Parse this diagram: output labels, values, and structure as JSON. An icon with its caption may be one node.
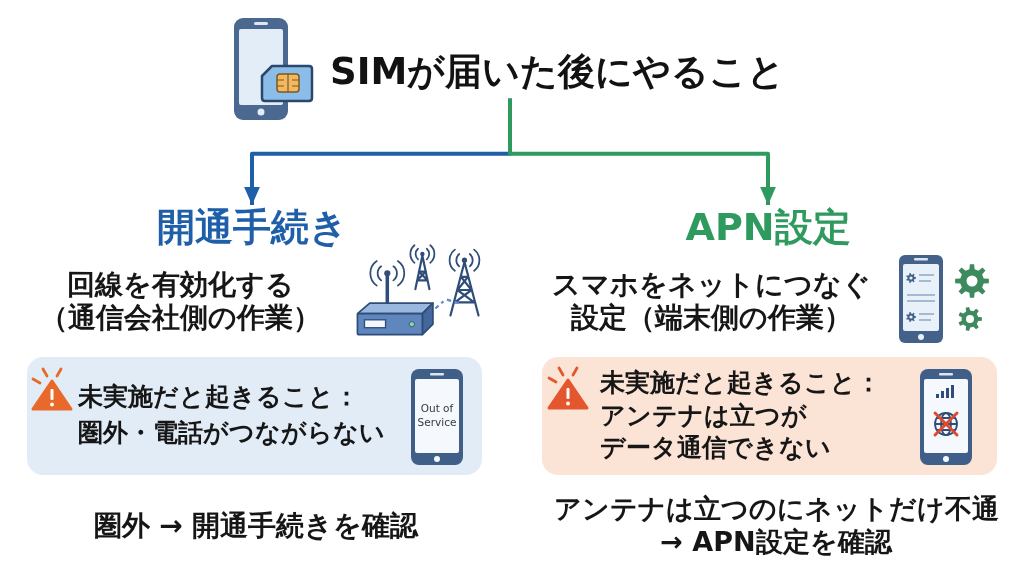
{
  "diagram": {
    "nodes": [
      {
        "text": [
          "SIMが届いた後にやること"
        ]
      },
      {
        "text": [
          "開通手続き"
        ],
        "beside": [
          "回線を有効化する（通信会社側の作業）"
        ]
      },
      {
        "text": [
          "APN設定"
        ],
        "beside": [
          "スマホをネットにつなぐ設定（端末側の作業）"
        ]
      },
      {
        "text": [
          "未実施だと起きること：",
          "圏外・電話がつながらない"
        ]
      },
      {
        "text": [
          "未実施だと起きること：",
          "アンテナは立つがデータ通信できない"
        ]
      }
    ],
    "edges": [
      {
        "from": 0,
        "to": 1,
        "arrow": "to",
        "color": "#1f5ea8"
      },
      {
        "from": 0,
        "to": 2,
        "arrow": "to",
        "color": "#2e9a5e"
      }
    ],
    "labels": [
      "Out of Service",
      "圏外 → 開通手続きを確認",
      "アンテナは立つのにネットだけ不通 → APN設定を確認"
    ]
  }
}
